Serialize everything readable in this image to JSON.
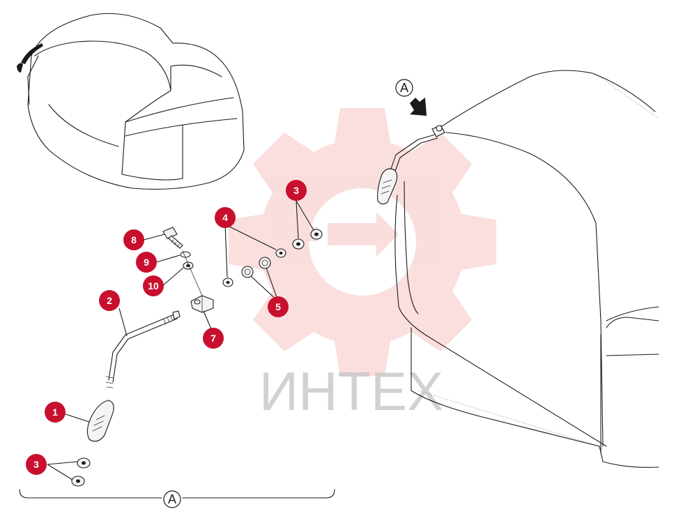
{
  "watermark": {
    "text": "ИНТЕХ",
    "gear_color": "#f08a8a"
  },
  "view_labels": {
    "top": "A",
    "bottom": "A"
  },
  "callouts": [
    {
      "id": "callout-1",
      "label": "1"
    },
    {
      "id": "callout-2",
      "label": "2"
    },
    {
      "id": "callout-3a",
      "label": "3"
    },
    {
      "id": "callout-3b",
      "label": "3"
    },
    {
      "id": "callout-4",
      "label": "4"
    },
    {
      "id": "callout-5",
      "label": "5"
    },
    {
      "id": "callout-7",
      "label": "7"
    },
    {
      "id": "callout-8",
      "label": "8"
    },
    {
      "id": "callout-9",
      "label": "9"
    },
    {
      "id": "callout-10",
      "label": "10"
    }
  ],
  "colors": {
    "callout": "#c8102e",
    "line": "#1a1a1a"
  }
}
